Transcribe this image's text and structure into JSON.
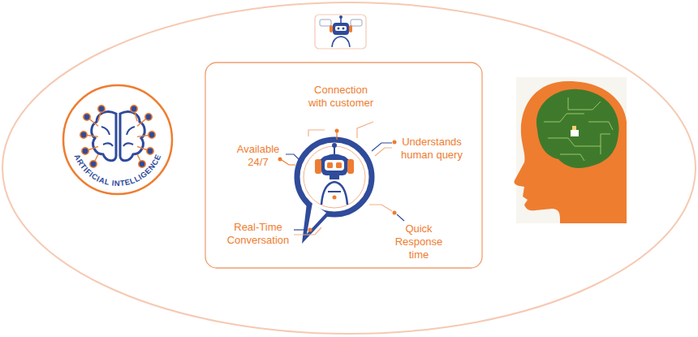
{
  "diagram": {
    "nodes": [
      {
        "text": [
          "ARTIFICIAL INTELLIGENCE"
        ]
      }
    ],
    "labels": [
      "Connection with customer",
      "Available 24/7",
      "Understands human query",
      "Real-Time Conversation",
      "Quick Response time"
    ]
  }
}
